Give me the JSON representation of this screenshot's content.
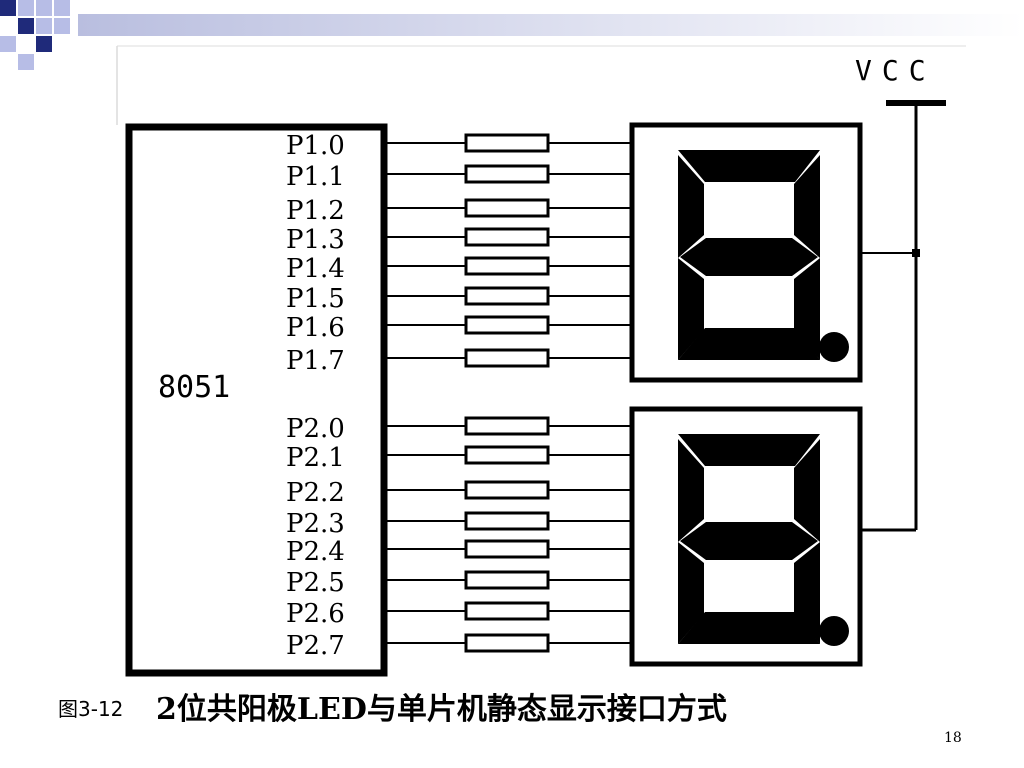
{
  "slide": {
    "caption_prefix": "图3-12",
    "caption_title": "2位共阳极LED与单片机静态显示接口方式",
    "page_number": "18"
  },
  "diagram": {
    "chip_label": "8051",
    "supply_label": "VCC",
    "port1_pins": [
      "P1.0",
      "P1.1",
      "P1.2",
      "P1.3",
      "P1.4",
      "P1.5",
      "P1.6",
      "P1.7"
    ],
    "port2_pins": [
      "P2.0",
      "P2.1",
      "P2.2",
      "P2.3",
      "P2.4",
      "P2.5",
      "P2.6",
      "P2.7"
    ],
    "component_type": "common-anode seven-segment LED display"
  },
  "theme": {
    "header_square_dark": "#1f2a7a",
    "header_square_light": "#b7bde6",
    "header_bar_gradient": [
      "#b9bedf",
      "#ffffff"
    ],
    "line_color": "#000000"
  }
}
